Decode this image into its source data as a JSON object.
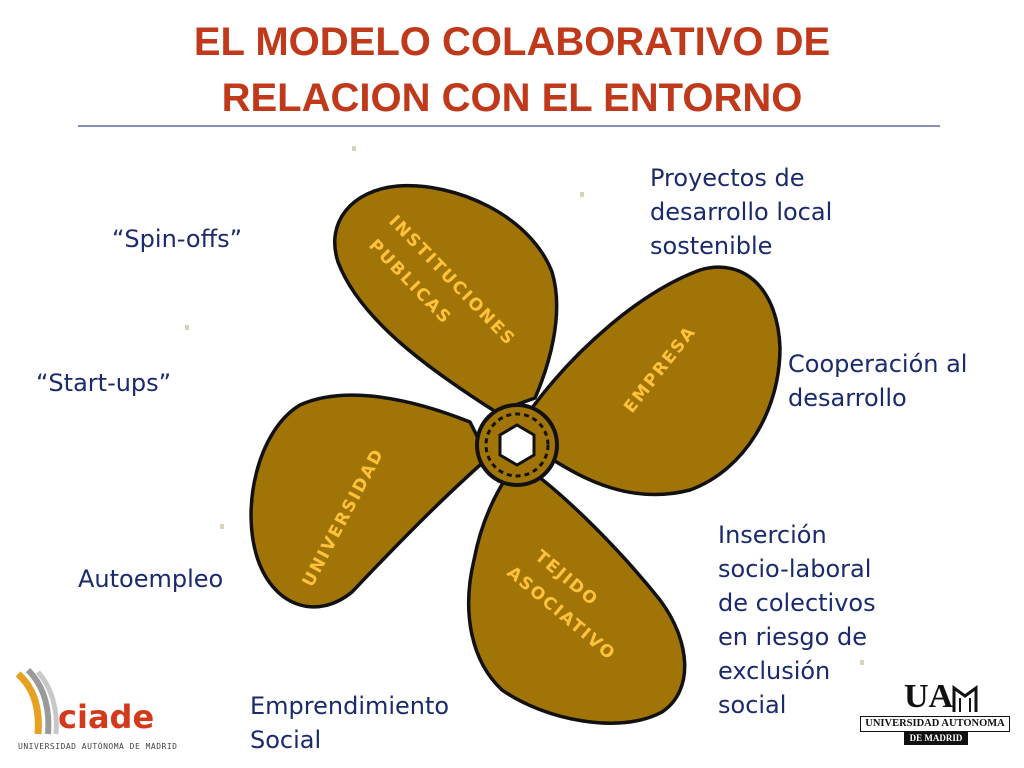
{
  "slide": {
    "title_line1": "EL MODELO COLABORATIVO DE",
    "title_line2": "RELACION CON EL ENTORNO"
  },
  "blades": {
    "top": "INSTITUCIONES",
    "top_line2": "PUBLICAS",
    "right": "EMPRESA",
    "left": "UNIVERSIDAD",
    "bottom": "TEJIDO",
    "bottom_line2": "ASOCIATIVO"
  },
  "notes": {
    "spin_offs": "“Spin-offs”",
    "start_ups": "“Start-ups”",
    "autoempleo": "Autoempleo",
    "emprendimiento": [
      "Emprendimiento",
      "Social"
    ],
    "proyectos": [
      "Proyectos de",
      "desarrollo local",
      "sostenible"
    ],
    "cooperacion": [
      "Cooperación al",
      "desarrollo"
    ],
    "insercion": [
      "Inserción",
      "socio-laboral",
      "de colectivos",
      "en riesgo de",
      "exclusión",
      "social"
    ]
  },
  "logos": {
    "ciade_brand": "ciade",
    "ciade_sub": "UNIVERSIDAD AUTÓNOMA DE MADRID",
    "uam_letters": "UA",
    "uam_name": "UNIVERSIDAD AUTONOMA",
    "uam_city": "DE MADRID"
  },
  "colors": {
    "title": "#c0391b",
    "blade_fill": "#a07406",
    "blade_label": "#ffc23a",
    "note_text": "#1a2a6c"
  }
}
